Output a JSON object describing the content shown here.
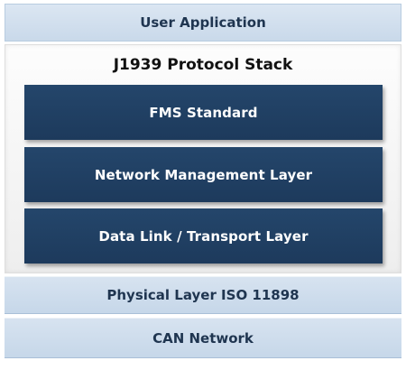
{
  "diagram": {
    "user_application": "User Application",
    "stack_title": "J1939 Protocol Stack",
    "layers": [
      "FMS Standard",
      "Network Management Layer",
      "Data Link / Transport Layer"
    ],
    "physical_layer": "Physical Layer ISO 11898",
    "can_network": "CAN Network"
  },
  "colors": {
    "light_band": "#c9d9ea",
    "dark_block": "#1f3d60",
    "light_text": "#1f3550",
    "stack_panel": "#eeeeee"
  }
}
